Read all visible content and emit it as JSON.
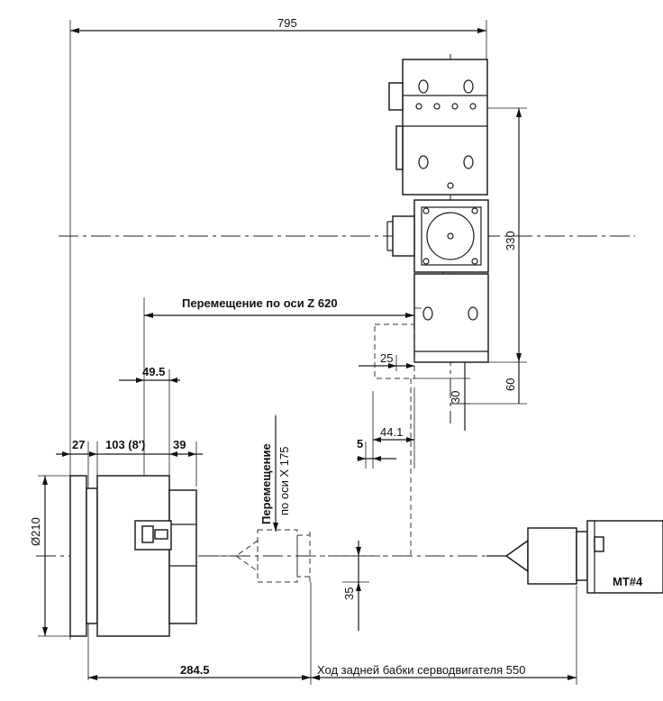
{
  "dimensions": {
    "overall_width": "795",
    "z_travel": "Перемещение по оси Z  620",
    "turret_height": "330",
    "offset_25": "25",
    "offset_30": "30",
    "offset_60": "60",
    "offset_44": "44.1",
    "offset_5": "5",
    "offset_49": "49.5",
    "chuck_27": "27",
    "chuck_103": "103 (8')",
    "chuck_39": "39",
    "diameter": "Ø210",
    "x_travel_line1": "Перемещение",
    "x_travel_line2": "по оси X 175",
    "offset_35": "35",
    "offset_284": "284.5",
    "tailstock_travel": "Ход задней бабки серводвигателя 550"
  },
  "tailstock": {
    "label": "MT#4"
  },
  "colors": {
    "ink": "#111111",
    "background": "#ffffff"
  }
}
